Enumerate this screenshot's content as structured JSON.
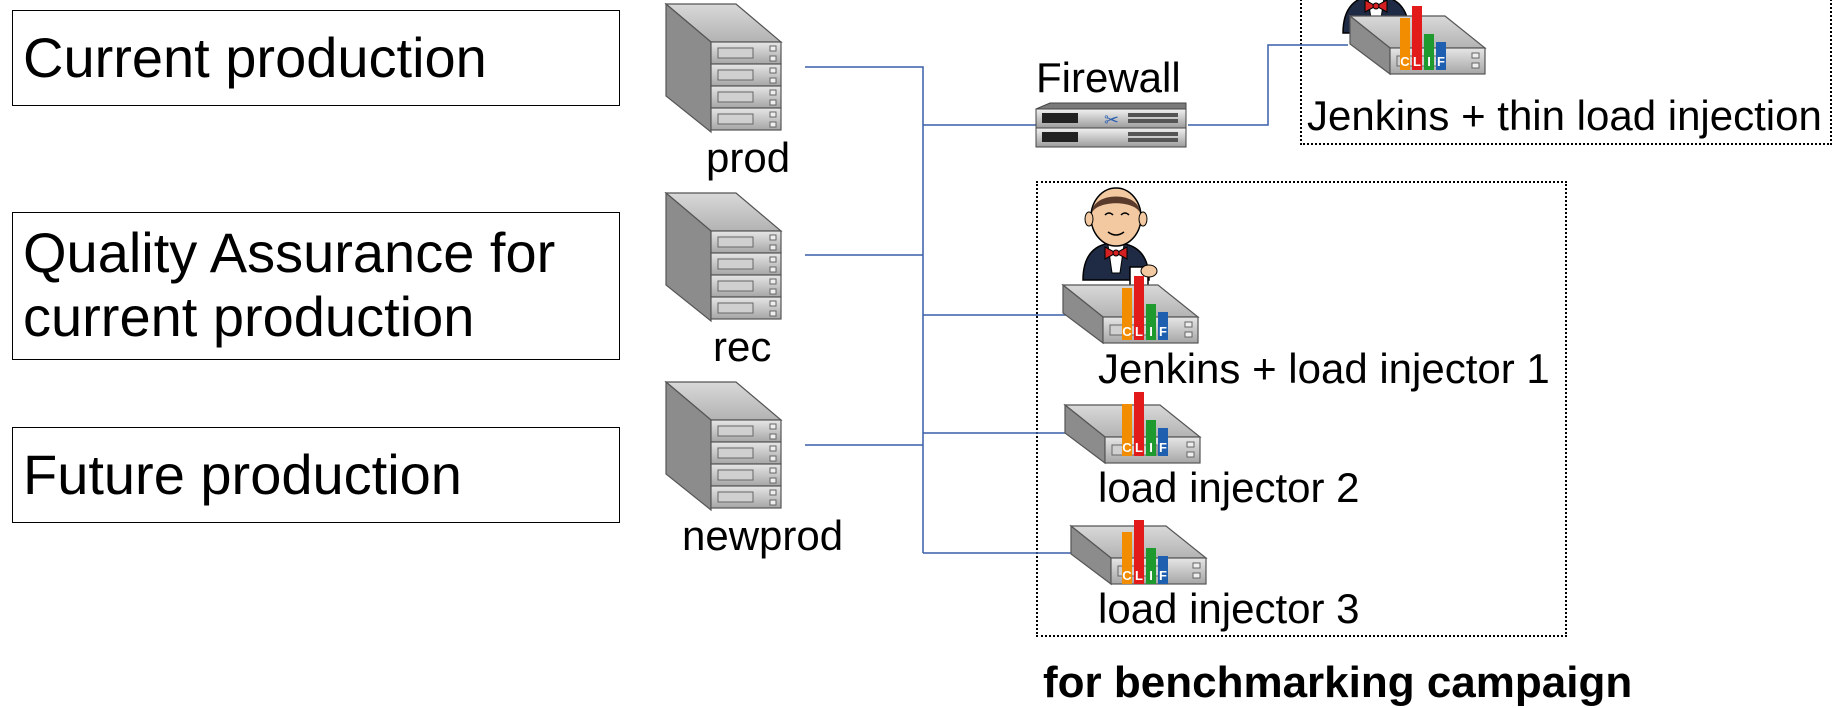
{
  "environments": [
    {
      "label": "Current production"
    },
    {
      "label": "Quality Assurance for current production"
    },
    {
      "label": "Future production"
    }
  ],
  "servers": {
    "prod": "prod",
    "rec": "rec",
    "newprod": "newprod"
  },
  "firewall": "Firewall",
  "jenkins_thin": "Jenkins + thin load injection",
  "injectors": {
    "jenkins_1": "Jenkins + load injector 1",
    "inj_2": "load injector 2",
    "inj_3": "load injector 3"
  },
  "campaign_caption": "for benchmarking campaign",
  "clif_letters": [
    "C",
    "L",
    "I",
    "F"
  ],
  "colors": {
    "link": "#3a5fa8",
    "clif_orange": "#f28c00",
    "clif_red": "#e21a1a",
    "clif_green": "#1f9a2e",
    "clif_blue": "#1f5fb0"
  }
}
